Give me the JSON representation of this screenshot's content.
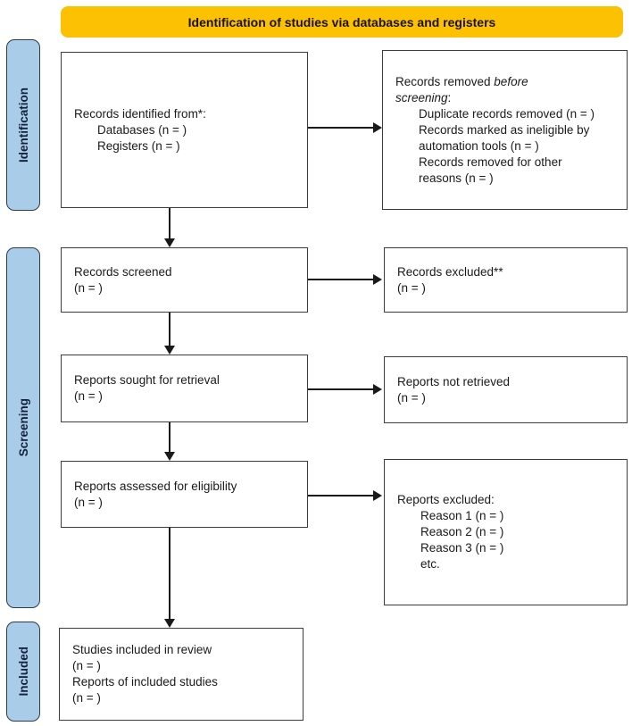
{
  "colors": {
    "banner_bg": "#FCC102",
    "stage_bg": "#A9CCE9",
    "stage_border": "#2F3C50",
    "box_border": "#3C3C3C",
    "arrow": "#1a1a1a"
  },
  "banner": {
    "label": "Identification of studies via databases and registers"
  },
  "stages": {
    "identification": {
      "label": "Identification"
    },
    "screening": {
      "label": "Screening"
    },
    "included": {
      "label": "Included"
    }
  },
  "boxes": {
    "records_identified": {
      "title": "Records identified from*:",
      "items": [
        "Databases (n = )",
        "Registers (n = )"
      ]
    },
    "records_removed": {
      "title_prefix": "Records removed ",
      "title_italic_line1": "before",
      "title_italic_line2": "screening",
      "title_suffix": ":",
      "items": [
        "Duplicate records removed (n = )",
        "Records marked as ineligible by automation tools (n = )",
        "Records removed for other reasons (n = )"
      ]
    },
    "records_screened": {
      "line1": "Records screened",
      "line2": "(n = )"
    },
    "records_excluded": {
      "line1": "Records excluded**",
      "line2": "(n = )"
    },
    "reports_sought": {
      "line1": "Reports sought for retrieval",
      "line2": "(n = )"
    },
    "reports_not_retrieved": {
      "line1": "Reports not retrieved",
      "line2": "(n = )"
    },
    "reports_assessed": {
      "line1": "Reports assessed for eligibility",
      "line2": "(n = )"
    },
    "reports_excluded": {
      "title": "Reports excluded:",
      "items": [
        "Reason 1 (n = )",
        "Reason 2 (n = )",
        "Reason 3 (n = )",
        "etc."
      ]
    },
    "studies_included": {
      "lines": [
        "Studies included in review",
        "(n = )",
        "Reports of included studies",
        "(n = )"
      ]
    }
  }
}
